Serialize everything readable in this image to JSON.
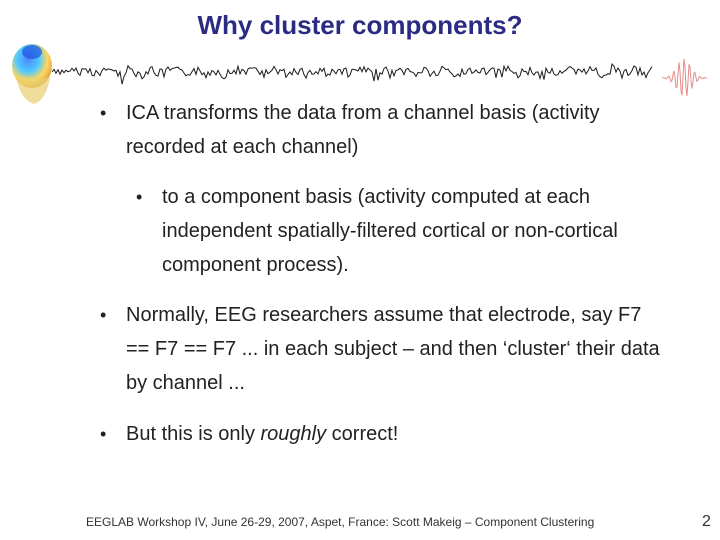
{
  "slide": {
    "title": "Why cluster components?",
    "bullets": [
      {
        "text": "ICA transforms the data from a channel basis (activity recorded at each channel)"
      },
      {
        "text": "to a component basis (activity computed at each independent spatially-filtered cortical or non-cortical component process)."
      },
      {
        "text": "Normally, EEG researchers assume that electrode, say F7 == F7 == F7 ... in each subject – and then ‘cluster‘ their data by channel ..."
      },
      {
        "pre": "But this is only ",
        "emph": "roughly",
        "post": " correct!"
      }
    ],
    "bullet_symbol": "•",
    "footer": "EEGLAB Workshop IV, June 26-29, 2007, Aspet, France: Scott Makeig – Component Clustering",
    "page_number": "2"
  },
  "colors": {
    "title": "#2b2b83",
    "eeg_trace": "#1a1a1a",
    "eeg_red": "#d04040"
  },
  "icons": [
    "scalp-map-logo-icon",
    "eeg-trace-graphic"
  ]
}
